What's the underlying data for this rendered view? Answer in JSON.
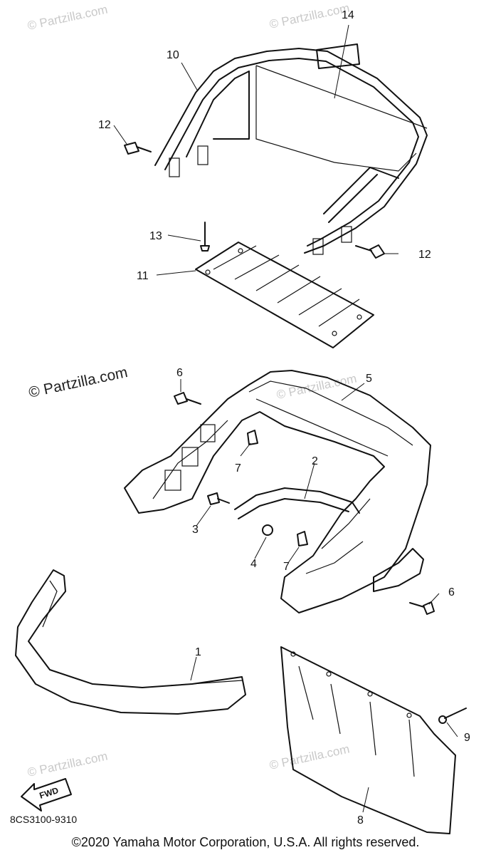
{
  "watermarks": {
    "text": "© Partzilla.com",
    "prominent_text": "© Partzilla.com"
  },
  "callouts": [
    "1",
    "2",
    "3",
    "4",
    "5",
    "6",
    "6",
    "7",
    "7",
    "8",
    "9",
    "10",
    "11",
    "12",
    "12",
    "13",
    "14"
  ],
  "fwd_label": "FWD",
  "diagram_code": "8CS3100-9310",
  "copyright": "©2020 Yamaha Motor Corporation, U.S.A. All rights reserved."
}
